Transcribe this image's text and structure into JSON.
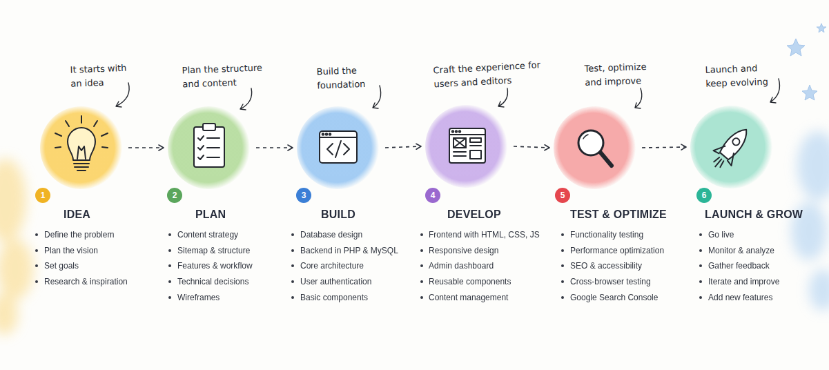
{
  "diagram": {
    "nodes": [
      {
        "text": [
          "IDEA",
          "Define the problem",
          "Plan the vision",
          "Set goals",
          "Research & inspiration"
        ]
      },
      {
        "text": [
          "1"
        ]
      },
      {
        "text": [
          "PLAN",
          "Content strategy",
          "Sitemap & structure",
          "Features & workflow",
          "Technical decisions",
          "Wireframes"
        ]
      },
      {
        "text": [
          "2"
        ]
      },
      {
        "text": [
          "BUILD",
          "Database design",
          "Backend in PHP & MySQL",
          "Core architecture",
          "User authentication",
          "Basic components"
        ]
      },
      {
        "text": [
          "3"
        ]
      },
      {
        "text": [
          "DEVELOP",
          "Frontend with HTML, CSS, JS",
          "Responsive design",
          "Admin dashboard",
          "Reusable components",
          "Content management"
        ]
      },
      {
        "text": [
          "4"
        ]
      },
      {
        "text": [
          "TEST & OPTIMIZE",
          "Functionality testing",
          "Performance optimization",
          "SEO & accessibility",
          "Cross-browser testing",
          "Google Search Console"
        ]
      },
      {
        "text": [
          "5"
        ]
      },
      {
        "text": [
          "LAUNCH & GROW",
          "Go live",
          "Monitor & analyze",
          "Gather feedback",
          "Iterate and improve",
          "Add new features"
        ]
      },
      {
        "text": [
          "6"
        ]
      }
    ],
    "edges": [
      {
        "from": 0,
        "to": 2,
        "arrow": "to"
      },
      {
        "from": 2,
        "to": 4,
        "arrow": "to"
      },
      {
        "from": 4,
        "to": 6,
        "arrow": "to"
      },
      {
        "from": 6,
        "to": 8,
        "arrow": "to"
      },
      {
        "from": 8,
        "to": 10,
        "arrow": "to"
      }
    ],
    "labels": [
      "It starts with an idea",
      "Plan the structure and content",
      "Build the foundation",
      "Craft the experience for users and editors",
      "Test, optimize and improve",
      "Launch and keep evolving"
    ]
  }
}
